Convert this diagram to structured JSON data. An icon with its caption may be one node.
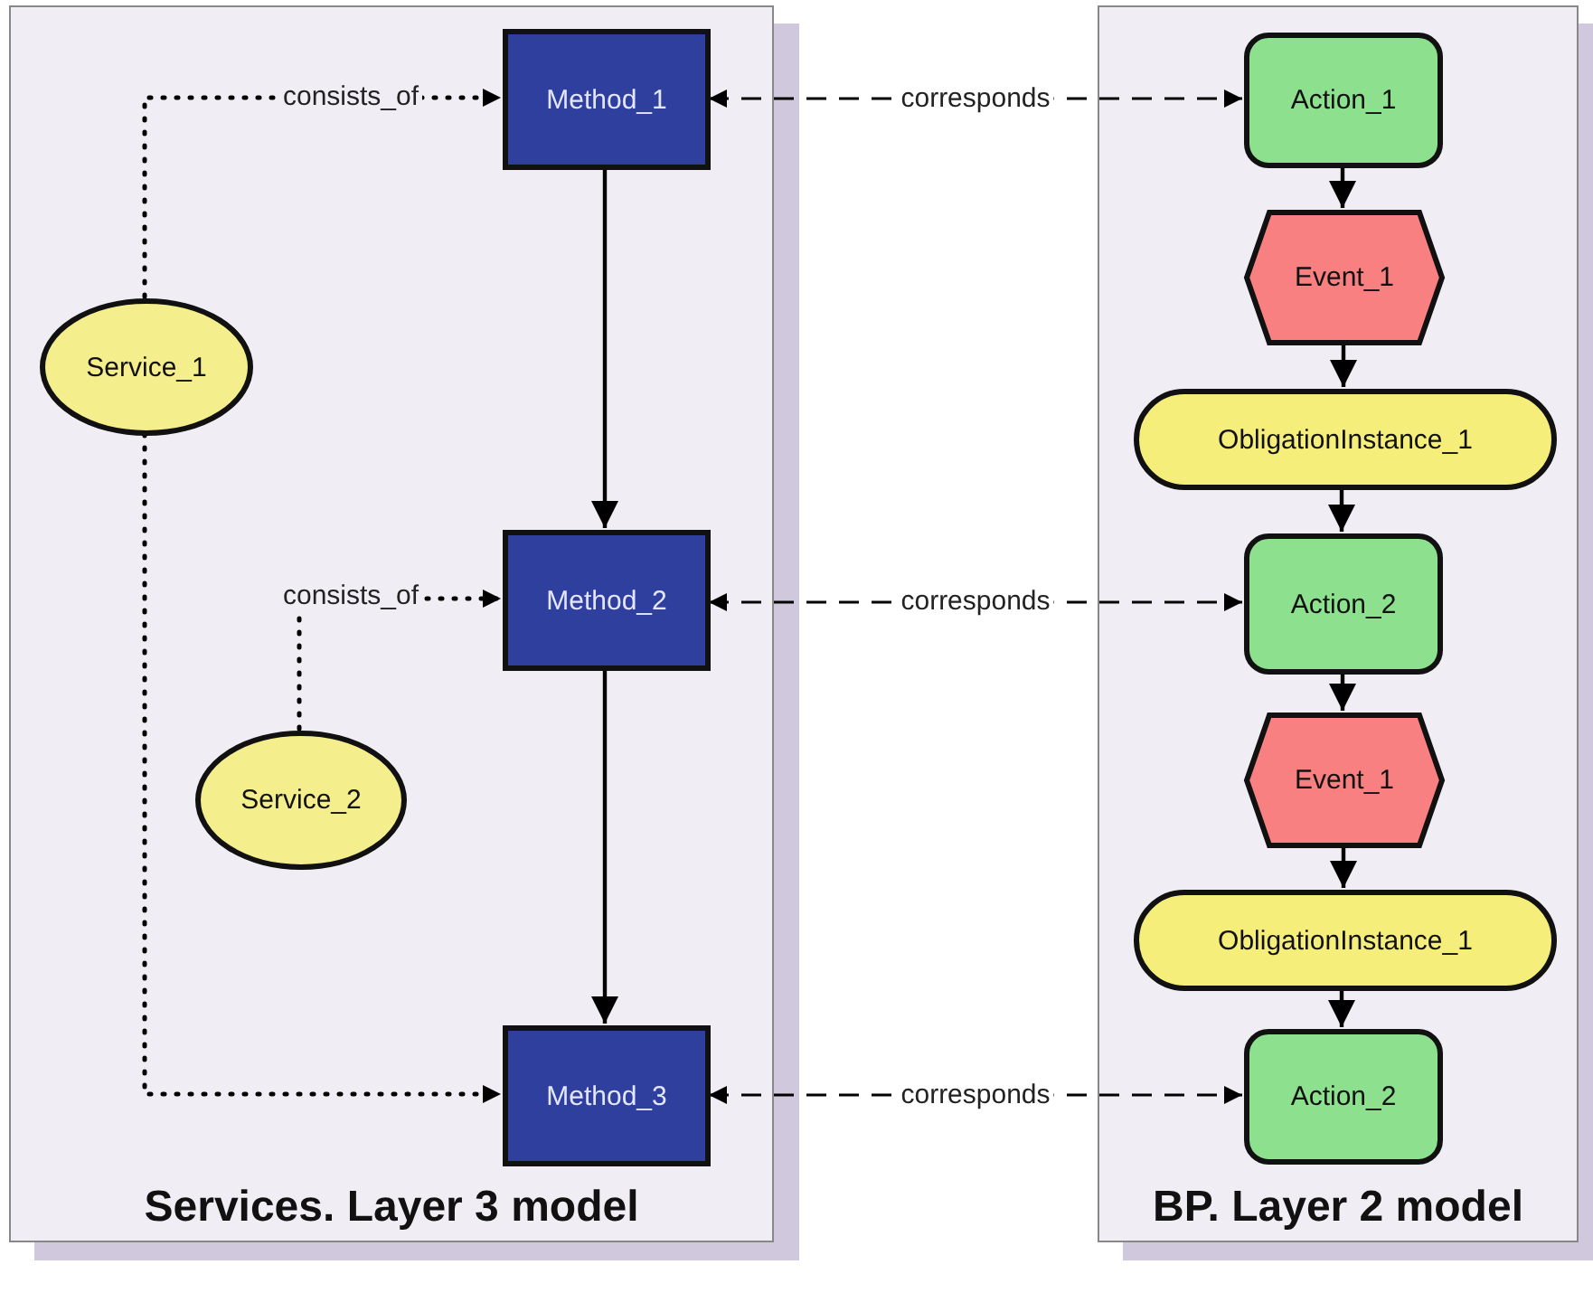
{
  "diagram": {
    "nodes": [
      {
        "text": [
          "Services. Layer 3 model"
        ]
      },
      {
        "text": [
          "Method_1"
        ],
        "in": 0
      },
      {
        "text": [
          "Method_2"
        ],
        "in": 0
      },
      {
        "text": [
          "Method_3"
        ],
        "in": 0
      },
      {
        "text": [
          "Service_1"
        ],
        "in": 0
      },
      {
        "text": [
          "Service_2"
        ],
        "in": 0
      },
      {
        "text": [
          "BP. Layer 2 model"
        ]
      },
      {
        "text": [
          "Action_1"
        ],
        "in": 6
      },
      {
        "text": [
          "Event_1"
        ],
        "in": 6
      },
      {
        "text": [
          "ObligationInstance_1"
        ],
        "in": 6
      },
      {
        "text": [
          "Action_2"
        ],
        "in": 6
      },
      {
        "text": [
          "Event_1"
        ],
        "in": 6
      },
      {
        "text": [
          "ObligationInstance_1"
        ],
        "in": 6
      },
      {
        "text": [
          "Action_2"
        ],
        "in": 6
      }
    ],
    "edges": [
      {
        "from": 4,
        "to": 1,
        "arrow": "to",
        "label": "consists_of",
        "style": "dashed"
      },
      {
        "from": 4,
        "to": 3,
        "arrow": "to",
        "style": "dashed"
      },
      {
        "from": 5,
        "to": 2,
        "arrow": "to",
        "label": "consists_of",
        "style": "dashed"
      },
      {
        "from": 1,
        "to": 2,
        "arrow": "to"
      },
      {
        "from": 2,
        "to": 3,
        "arrow": "to"
      },
      {
        "from": 1,
        "to": 7,
        "arrow": "both",
        "label": "corresponds",
        "style": "dashed"
      },
      {
        "from": 2,
        "to": 10,
        "arrow": "both",
        "label": "corresponds",
        "style": "dashed"
      },
      {
        "from": 3,
        "to": 13,
        "arrow": "both",
        "label": "corresponds",
        "style": "dashed"
      },
      {
        "from": 7,
        "to": 8,
        "arrow": "to"
      },
      {
        "from": 8,
        "to": 9,
        "arrow": "to"
      },
      {
        "from": 9,
        "to": 10,
        "arrow": "to"
      },
      {
        "from": 10,
        "to": 11,
        "arrow": "to"
      },
      {
        "from": 11,
        "to": 12,
        "arrow": "to"
      },
      {
        "from": 12,
        "to": 13,
        "arrow": "to"
      }
    ]
  }
}
